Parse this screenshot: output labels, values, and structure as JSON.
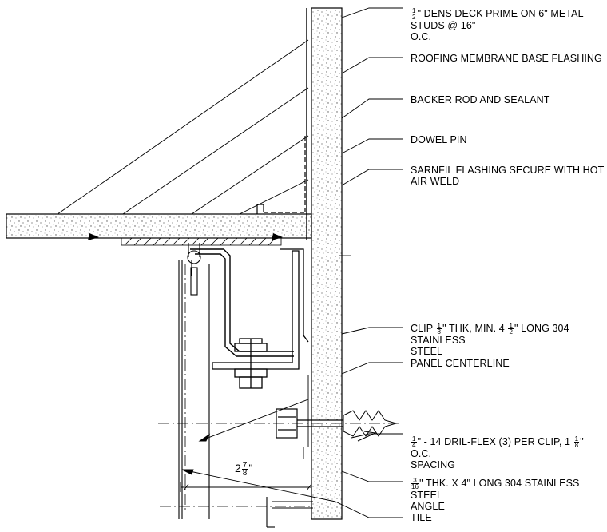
{
  "notes": {
    "n1": {
      "frac_num": "1",
      "frac_den": "2",
      "line1": "\" DENS DECK PRIME ON 6\" METAL",
      "line2": "STUDS @ 16\"",
      "line3": "O.C."
    },
    "n2": {
      "line1": "ROOFING MEMBRANE  BASE FLASHING"
    },
    "n3": {
      "line1": "BACKER ROD AND SEALANT"
    },
    "n4": {
      "line1": "DOWEL PIN"
    },
    "n5": {
      "line1": "SARNFIL FLASHING SECURE WITH HOT",
      "line2": "AIR WELD"
    },
    "n6": {
      "prefix": "CLIP ",
      "frac1_num": "1",
      "frac1_den": "8",
      "mid": "\" THK, MIN. 4 ",
      "frac2_num": "1",
      "frac2_den": "2",
      "suffix": "\" LONG 304",
      "line2": "STAINLESS",
      "line3": "STEEL"
    },
    "n7": {
      "line1": "PANEL CENTERLINE"
    },
    "n8": {
      "frac1_num": "1",
      "frac1_den": "4",
      "mid": "\" - 14 DRIL-FLEX (3) PER CLIP, 1 ",
      "frac2_num": "1",
      "frac2_den": "8",
      "suffix": "\"",
      "line2": "O.C.",
      "line3": "SPACING"
    },
    "n9": {
      "frac_num": "3",
      "frac_den": "16",
      "line1": "\" THK. X 4\" LONG 304 STAINLESS",
      "line2": "STEEL",
      "line3": "ANGLE"
    },
    "n10": {
      "line1": "TILE"
    }
  },
  "dimension": {
    "whole": "2",
    "frac_num": "7",
    "frac_den": "8",
    "unit": "\""
  },
  "colors": {
    "ink": "#000000",
    "paper": "#ffffff",
    "stipple": "#555555"
  }
}
